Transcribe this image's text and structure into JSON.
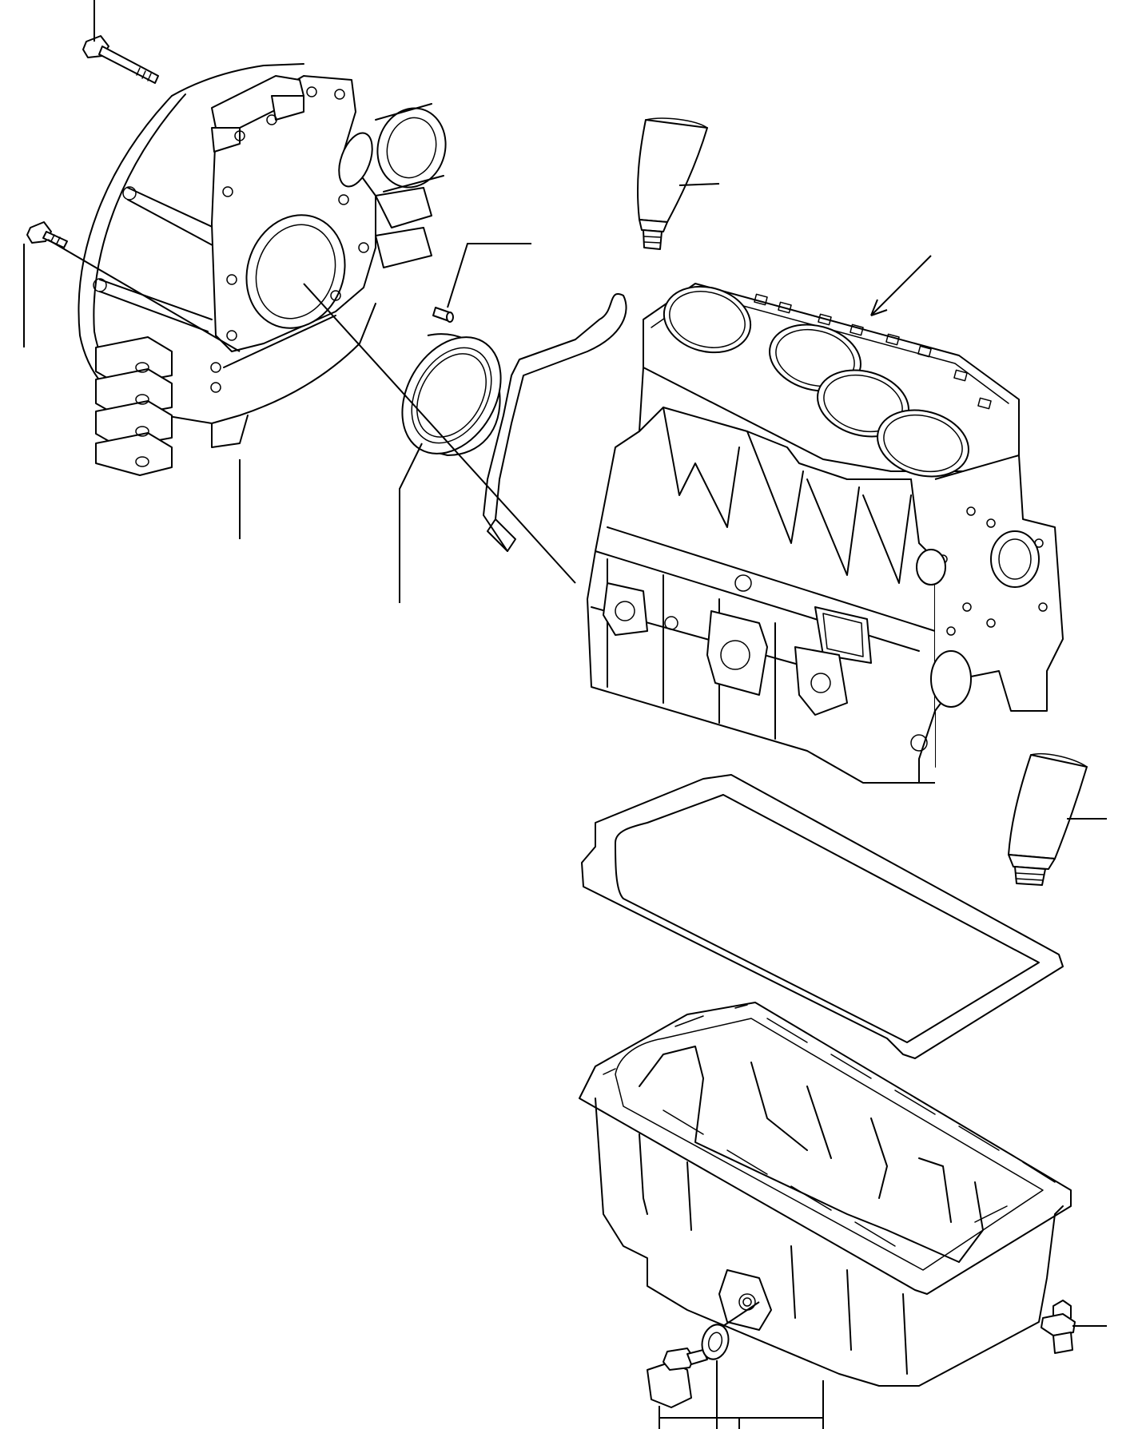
{
  "diagram": {
    "parts": [
      {
        "id": "flywheel-housing",
        "icon": "flywheel-housing-icon"
      },
      {
        "id": "housing-bolt-long",
        "icon": "bolt-icon"
      },
      {
        "id": "housing-bolt-short",
        "icon": "bolt-icon"
      },
      {
        "id": "dowel-pin",
        "icon": "pin-icon"
      },
      {
        "id": "rear-oil-seal",
        "icon": "seal-ring-icon"
      },
      {
        "id": "rear-plate-gasket",
        "icon": "gasket-icon"
      },
      {
        "id": "sealant-tube-upper",
        "icon": "sealant-tube-icon"
      },
      {
        "id": "cylinder-block",
        "icon": "cylinder-block-icon"
      },
      {
        "id": "sealant-tube-lower",
        "icon": "sealant-tube-icon"
      },
      {
        "id": "oil-pan-gasket",
        "icon": "gasket-icon"
      },
      {
        "id": "oil-pan",
        "icon": "oil-pan-icon"
      },
      {
        "id": "oil-pan-bolt",
        "icon": "bolt-icon"
      },
      {
        "id": "drain-plug",
        "icon": "drain-plug-icon"
      },
      {
        "id": "drain-washer",
        "icon": "washer-icon"
      }
    ]
  }
}
